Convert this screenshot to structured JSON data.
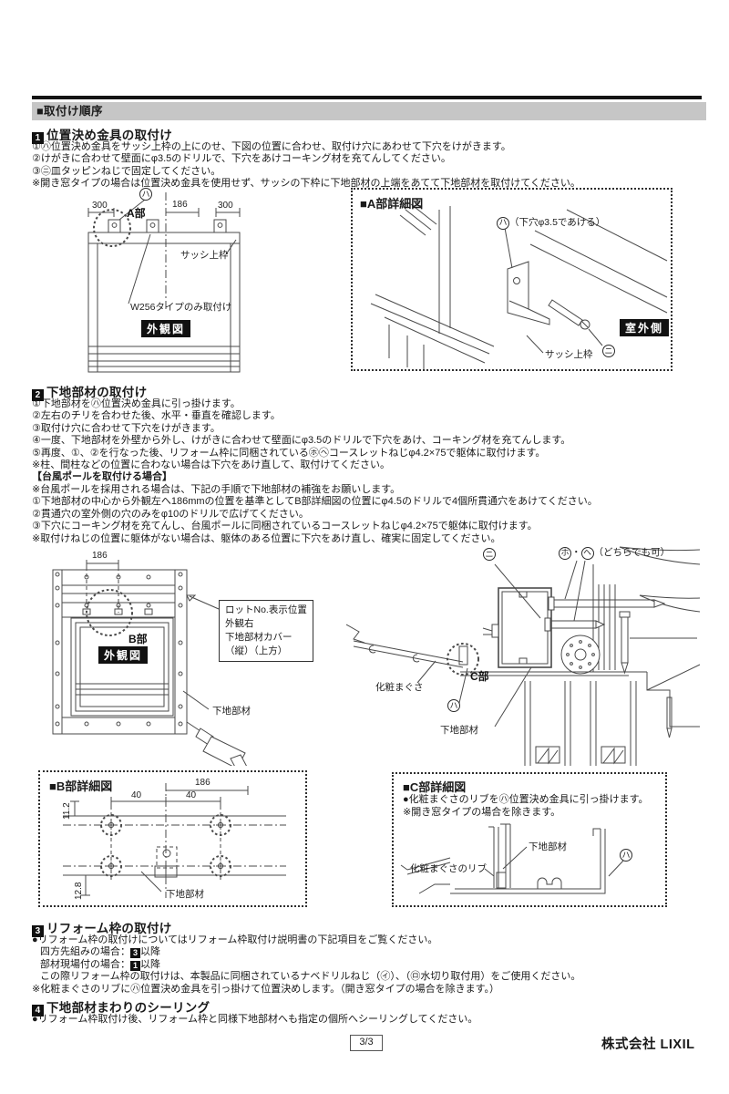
{
  "colors": {
    "accent_gray": "#c6c6c6",
    "ink": "#1a1a1a",
    "line": "#4a4a4a"
  },
  "header": {
    "bar": "■取付け順序"
  },
  "s1": {
    "num": "1",
    "title": "位置決め金具の取付け",
    "lines": [
      "①㋩位置決め金具をサッシ上枠の上にのせ、下図の位置に合わせ、取付け穴にあわせて下穴をけがきます。",
      "②けがきに合わせて壁面にφ3.5のドリルで、下穴をあけコーキング材を充てんしてください。",
      "③㋥皿タッピンねじで固定してください。",
      "※開き窓タイプの場合は位置決め金具を使用せず、サッシの下枠に下地部材の上端をあてて下地部材を取付けてください。"
    ]
  },
  "fig1": {
    "ha": "ハ",
    "dim_l": "300",
    "dim_c": "186",
    "dim_r": "300",
    "a_label": "A部",
    "sash": "サッシ上枠",
    "w256": "W256タイプのみ取付け",
    "caption": "外観図"
  },
  "fig2": {
    "title": "■A部詳細図",
    "ha": "ハ",
    "ha_note": "（下穴φ3.5であける）",
    "outside": "室外側",
    "sash": "サッシ上枠",
    "ni": "ニ"
  },
  "s2": {
    "num": "2",
    "title": "下地部材の取付け",
    "lines": [
      "①下地部材を㋩位置決め金具に引っ掛けます。",
      "②左右のチリを合わせた後、水平・垂直を確認します。",
      "③取付け穴に合わせて下穴をけがきます。",
      "④一度、下地部材を外壁から外し、けがきに合わせて壁面にφ3.5のドリルで下穴をあけ、コーキング材を充てんします。",
      "⑤再度、①、②を行なった後、リフォーム枠に同梱されている㋭㋬コースレットねじφ4.2×75で躯体に取付けます。",
      "※柱、間柱などの位置に合わない場合は下穴をあけ直して、取付けてください。"
    ],
    "typhoon_title": "【台風ポールを取付ける場合】",
    "typhoon_lines": [
      "※台風ポールを採用される場合は、下記の手順で下地部材の補強をお願いします。",
      "①下地部材の中心から外観左へ186mmの位置を基準としてB部詳細図の位置にφ4.5のドリルで4個所貫通穴をあけてください。",
      "②貫通穴の室外側の穴のみをφ10のドリルで広げてください。",
      "③下穴にコーキング材を充てんし、台風ポールに同梱されているコースレットねじφ4.2×75で躯体に取付けます。",
      "※取付けねじの位置に躯体がない場合は、躯体のある位置に下穴をあけ直し、確実に固定してください。"
    ]
  },
  "fig3": {
    "dim": "186",
    "b_label": "B部",
    "caption": "外観図",
    "callout": [
      "ロットNo.表示位置",
      "外観右",
      "下地部材カバー",
      "（縦）（上方）"
    ],
    "shitaji": "下地部材"
  },
  "fig4": {
    "ni": "ニ",
    "ho": "ホ",
    "sep": "・",
    "he": "ヘ",
    "hohe_note": "（どちらでも可）",
    "c_label": "C部",
    "keshou": "化粧まぐさ",
    "ha": "ハ",
    "shitaji": "下地部材"
  },
  "fig5": {
    "title": "■B部詳細図",
    "dim186": "186",
    "dim40a": "40",
    "dim40b": "40",
    "dim112": "11.2",
    "dim128": "12.8",
    "shitaji": "下地部材"
  },
  "fig6": {
    "title": "■C部詳細図",
    "line1": "●化粧まぐさのリブを㋩位置決め金具に引っ掛けます。",
    "line2": "※開き窓タイプの場合を除きます。",
    "shitaji": "下地部材",
    "rib": "化粧まぐさのリブ",
    "ha": "ハ"
  },
  "s3": {
    "num": "3",
    "title": "リフォーム枠の取付け",
    "line1": "●リフォーム枠の取付けについてはリフォーム枠取付け説明書の下記項目をご覧ください。",
    "case1_label": "四方先組みの場合：",
    "case1_num": "3",
    "case1_suffix": "以降",
    "case2_label": "部材現場付の場合：",
    "case2_num": "1",
    "case2_suffix": "以降",
    "line4": "この際リフォーム枠の取付けは、本製品に同梱されているナベドリルねじ（㋑）、（㋺水切り取付用）をご使用ください。",
    "line5": "※化粧まぐさのリブに㋩位置決め金具を引っ掛けて位置決めします。（開き窓タイプの場合を除きます。）"
  },
  "s4": {
    "num": "4",
    "title": "下地部材まわりのシーリング",
    "line1": "●リフォーム枠取付け後、リフォーム枠と同様下地部材へも指定の個所へシーリングしてください。"
  },
  "footer": {
    "page": "3/3",
    "company": "株式会社 LIXIL"
  }
}
